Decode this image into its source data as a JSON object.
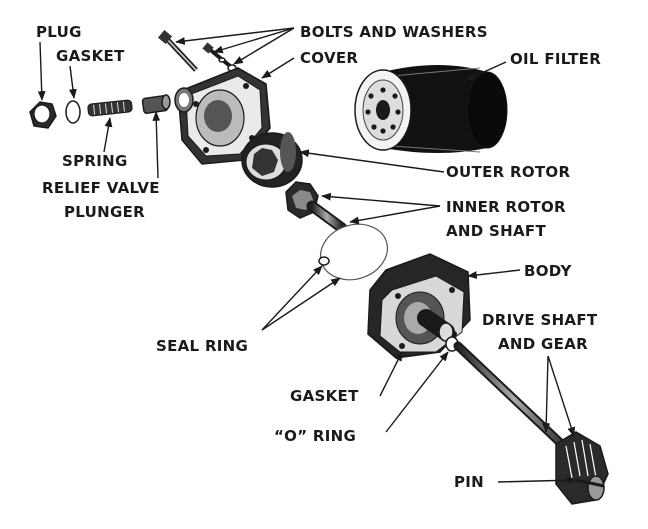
{
  "diagram": {
    "labels": {
      "plug": "PLUG",
      "gasket_top": "GASKET",
      "spring": "SPRING",
      "relief_valve": "RELIEF VALVE",
      "plunger": "PLUNGER",
      "bolts_washers": "BOLTS AND WASHERS",
      "cover": "COVER",
      "oil_filter": "OIL FILTER",
      "outer_rotor": "OUTER ROTOR",
      "inner_rotor": "INNER ROTOR",
      "and_shaft": "AND SHAFT",
      "body": "BODY",
      "drive_shaft": "DRIVE SHAFT",
      "and_gear": "AND GEAR",
      "seal_ring": "SEAL RING",
      "gasket_bottom": "GASKET",
      "o_ring": "“O” RING",
      "pin": "PIN"
    },
    "colors": {
      "ink": "#1a1a1a",
      "paper": "#ffffff",
      "shade": "#3a3a3a"
    }
  }
}
